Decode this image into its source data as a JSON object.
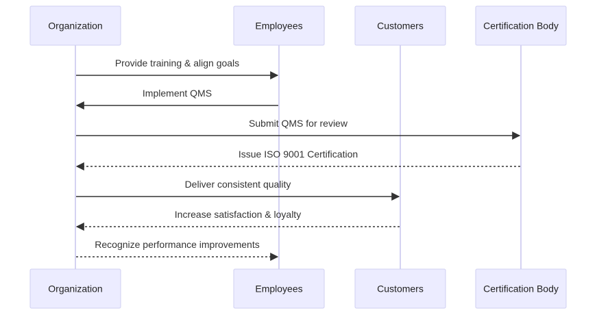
{
  "participants": [
    {
      "id": "org",
      "label": "Organization"
    },
    {
      "id": "emp",
      "label": "Employees"
    },
    {
      "id": "cus",
      "label": "Customers"
    },
    {
      "id": "cert",
      "label": "Certification Body"
    }
  ],
  "messages": [
    {
      "from": "org",
      "to": "emp",
      "label": "Provide training & align goals",
      "style": "solid"
    },
    {
      "from": "emp",
      "to": "org",
      "label": "Implement QMS",
      "style": "solid"
    },
    {
      "from": "org",
      "to": "cert",
      "label": "Submit QMS for review",
      "style": "solid"
    },
    {
      "from": "cert",
      "to": "org",
      "label": "Issue ISO 9001 Certification",
      "style": "dotted"
    },
    {
      "from": "org",
      "to": "cus",
      "label": "Deliver consistent quality",
      "style": "solid"
    },
    {
      "from": "cus",
      "to": "org",
      "label": "Increase satisfaction & loyalty",
      "style": "dotted"
    },
    {
      "from": "org",
      "to": "emp",
      "label": "Recognize performance improvements",
      "style": "dotted"
    }
  ]
}
